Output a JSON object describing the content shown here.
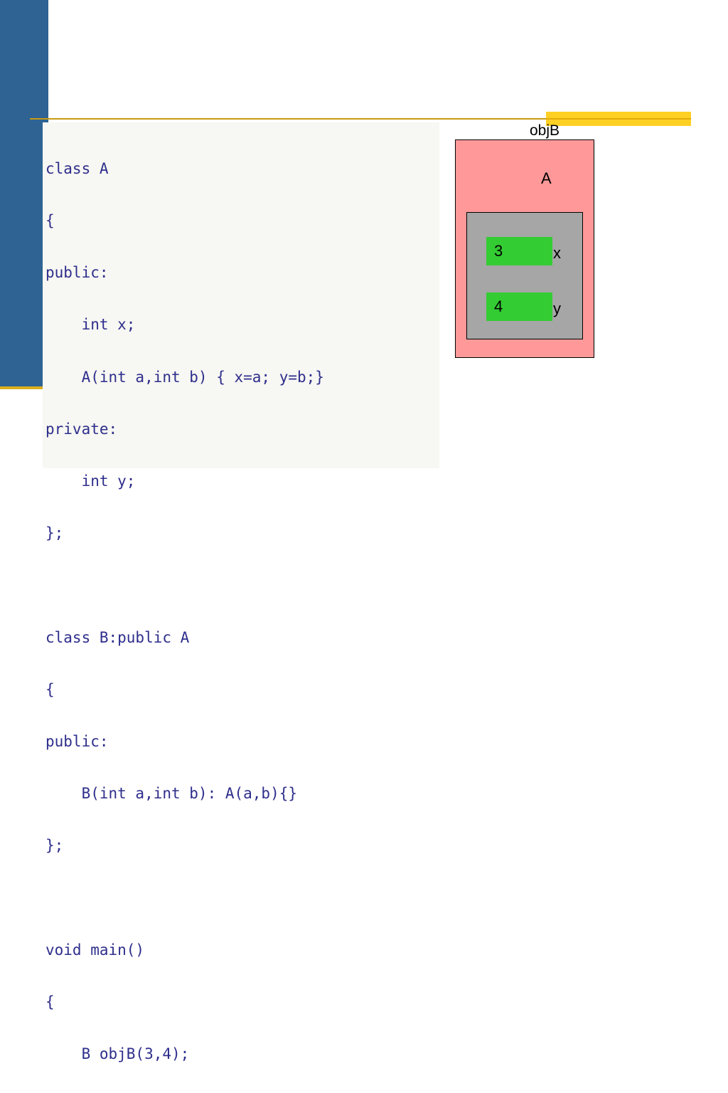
{
  "slide": {
    "code_lines": [
      "class A",
      "{",
      "public:",
      "    int x;",
      "    A(int a,int b) { x=a; y=b;}",
      "private:",
      "    int y;",
      "};",
      "",
      "class B:public A",
      "{",
      "public:",
      "    B(int a,int b): A(a,b){}",
      "};",
      "",
      "void main()",
      "{",
      "    B objB(3,4);",
      "}"
    ]
  },
  "diagram": {
    "object_label": "objB",
    "base_class_label": "A",
    "fields": [
      {
        "value": "3",
        "name": "x"
      },
      {
        "value": "4",
        "name": "y"
      }
    ]
  },
  "colors": {
    "sidebar": "#2e6393",
    "accent_yellow": "#ffd024",
    "rule_gold": "#c89a10",
    "object_box": "#ff9999",
    "subobject_box": "#a6a6a6",
    "field_cell": "#33cc33",
    "code_text": "#2e2e8c"
  }
}
